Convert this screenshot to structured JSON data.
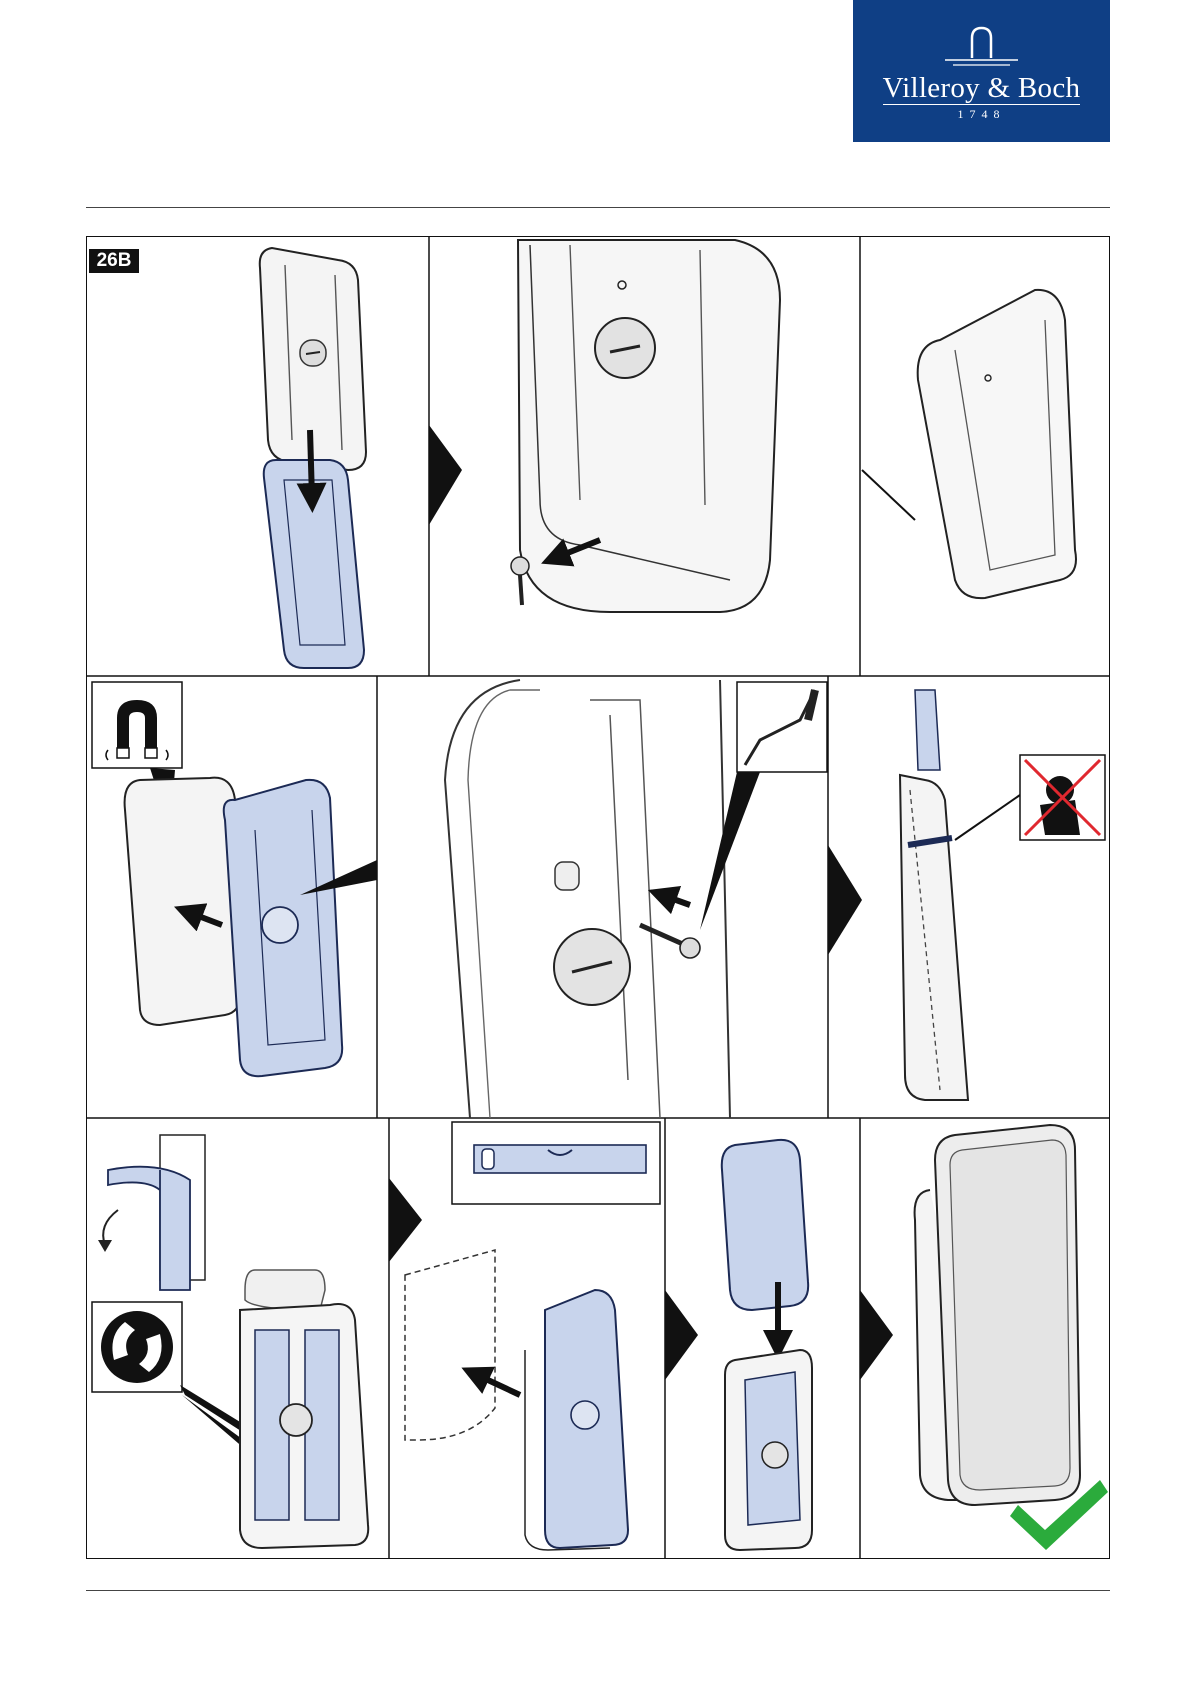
{
  "brand": {
    "name": "Villeroy & Boch",
    "year": "1748",
    "background_color": "#0f3f85"
  },
  "step": {
    "label": "26B"
  },
  "colors": {
    "accent_part": "#c8d4ec",
    "accent_outline": "#1c2a55",
    "check_green": "#2bab3c",
    "prohibited_red": "#e0282f"
  },
  "panels": [
    {
      "row": 1,
      "col": 1,
      "icon": "mounting-plate-and-adhesive-pad-icon"
    },
    {
      "row": 1,
      "col": 2,
      "icon": "remove-screw-icon"
    },
    {
      "row": 1,
      "col": 3,
      "icon": "holder-cover-icon"
    },
    {
      "row": 2,
      "col": 1,
      "icon": "magnet-attach-icon"
    },
    {
      "row": 2,
      "col": 2,
      "icon": "screwdriver-fasten-icon"
    },
    {
      "row": 2,
      "col": 3,
      "icon": "anti-theft-screw-icon"
    },
    {
      "row": 3,
      "col": 1,
      "icon": "peel-adhesive-recycle-icon"
    },
    {
      "row": 3,
      "col": 2,
      "icon": "spirit-level-wall-place-icon"
    },
    {
      "row": 3,
      "col": 3,
      "icon": "insert-remote-icon"
    },
    {
      "row": 3,
      "col": 4,
      "icon": "finished-checkmark-icon"
    }
  ]
}
